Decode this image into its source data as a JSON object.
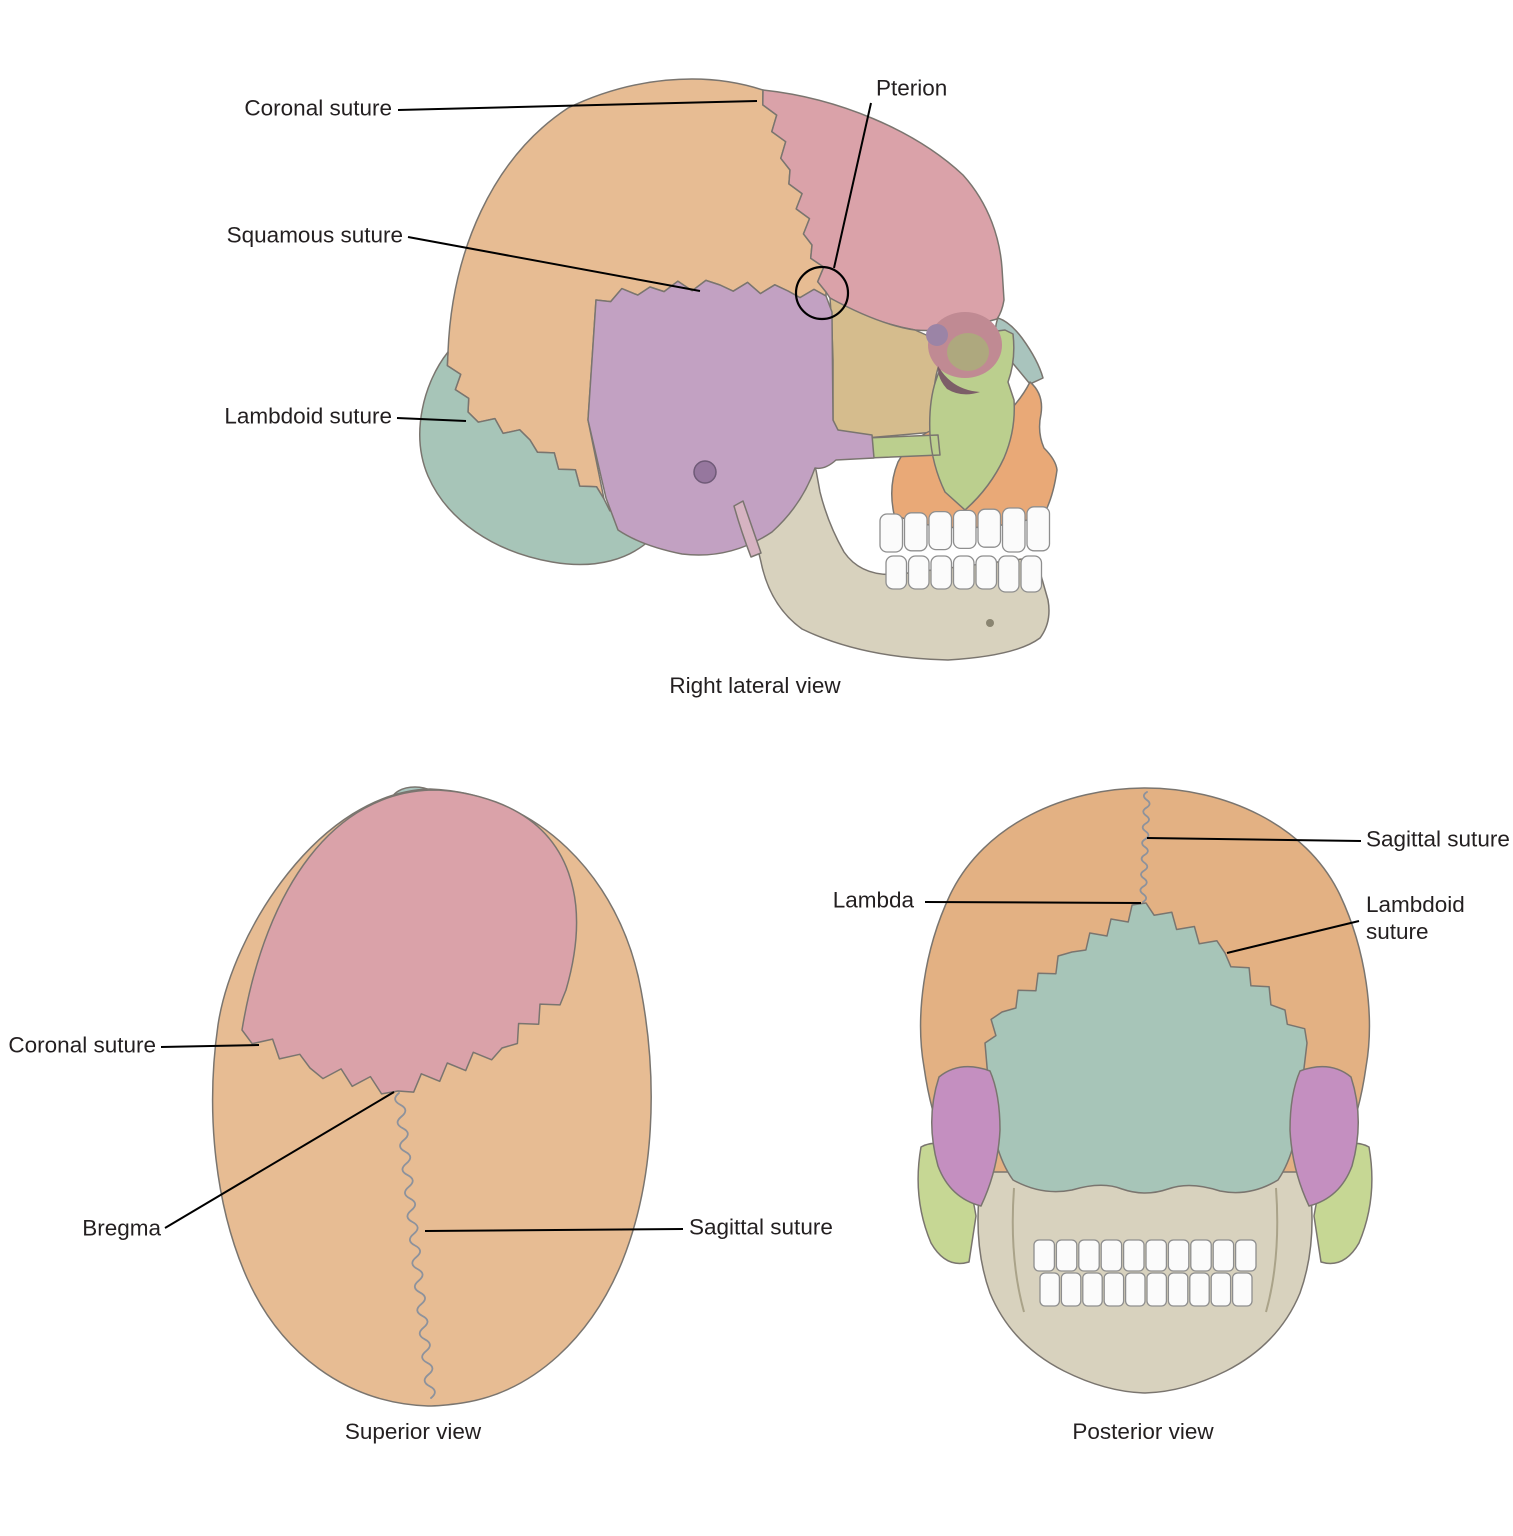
{
  "figure": {
    "views": {
      "lateral": {
        "caption": "Right lateral view",
        "labels": {
          "coronal": "Coronal suture",
          "squamous": "Squamous suture",
          "lambdoid": "Lambdoid suture",
          "pterion": "Pterion"
        }
      },
      "superior": {
        "caption": "Superior view",
        "labels": {
          "coronal": "Coronal suture",
          "bregma": "Bregma",
          "sagittal": "Sagittal suture"
        }
      },
      "posterior": {
        "caption": "Posterior view",
        "labels": {
          "sagittal": "Sagittal suture",
          "lambda": "Lambda",
          "lambdoid": "Lambdoid suture"
        }
      }
    }
  },
  "palette": {
    "parietal": "#e7bc93",
    "parietal_posterior": "#e3b183",
    "frontal": "#daa2a9",
    "temporal": "#c2a1c2",
    "temporal_posterior": "#c48fc0",
    "occipital": "#a7c5b8",
    "sphenoid": "#d5bc8d",
    "zygomatic": "#bbcf8e",
    "zygomatic_posterior": "#c6d794",
    "maxilla": "#e9a977",
    "nasal": "#a9c4bd",
    "mandible": "#d8d2be",
    "teeth": "#fbfbfb",
    "outline": "#7a756f",
    "suture_line": "#8d929c",
    "leader_line": "#000000",
    "label_text": "#231f20",
    "background": "#ffffff"
  }
}
